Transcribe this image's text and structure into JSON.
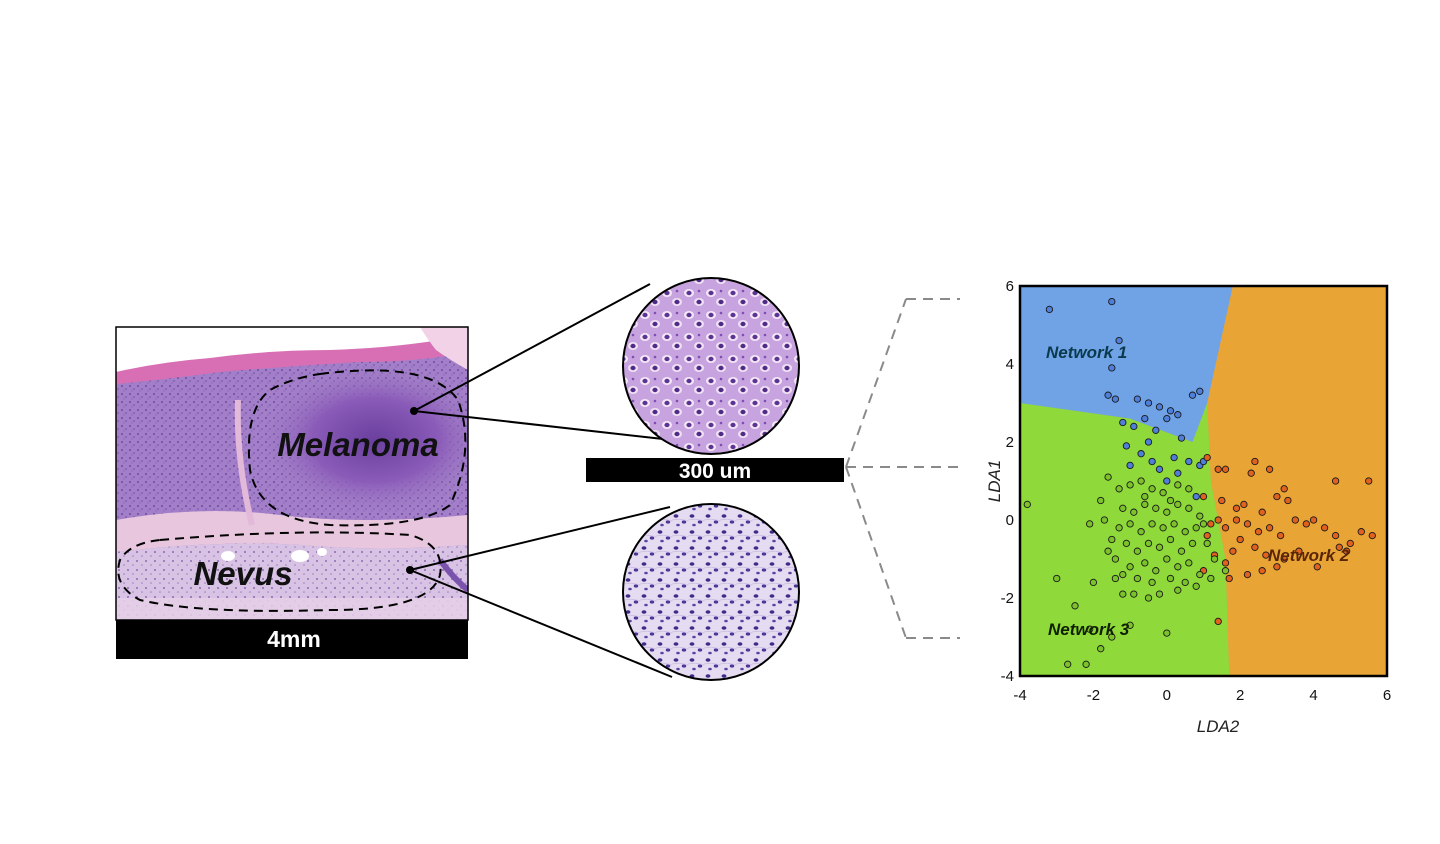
{
  "histology_panel": {
    "region_labels": [
      "Melanoma",
      "Nevus"
    ],
    "scale_bar": "4mm"
  },
  "zoom_panel": {
    "scale_bar": "300 um",
    "insets": [
      "melanoma-cells",
      "nevus-cells"
    ]
  },
  "colors": {
    "network1": "#6fa3e6",
    "network2": "#e8a535",
    "network3": "#8fd93a",
    "tissue_purple": "#9c72c6",
    "tissue_pink": "#e7c6de",
    "label_network1": "#0b3a4d",
    "label_network2": "#5a2608",
    "label_network3": "#0f1f00"
  },
  "chart_data": {
    "type": "scatter",
    "xlabel": "LDA2",
    "ylabel": "LDA1",
    "xlim": [
      -4,
      6
    ],
    "ylim": [
      -4,
      6
    ],
    "xticks": [
      "-4",
      "-2",
      "0",
      "2",
      "4",
      "6"
    ],
    "yticks": [
      "6",
      "4",
      "2",
      "0",
      "-2",
      "-4"
    ],
    "regions": [
      {
        "label": "Network 1",
        "color": "#6fa3e6"
      },
      {
        "label": "Network 2",
        "color": "#e8a535"
      },
      {
        "label": "Network 3",
        "color": "#8fd93a"
      }
    ],
    "series": [
      {
        "name": "Network 1",
        "color": "#4f7fd8",
        "points": [
          [
            -3.2,
            5.4
          ],
          [
            -1.5,
            5.6
          ],
          [
            -1.3,
            4.6
          ],
          [
            -1.5,
            3.9
          ],
          [
            -1.6,
            3.2
          ],
          [
            -1.4,
            3.1
          ],
          [
            -0.8,
            3.1
          ],
          [
            -0.5,
            3.0
          ],
          [
            -0.2,
            2.9
          ],
          [
            0.1,
            2.8
          ],
          [
            0.3,
            2.7
          ],
          [
            0.7,
            3.2
          ],
          [
            0.9,
            3.3
          ],
          [
            -1.2,
            2.5
          ],
          [
            -0.9,
            2.4
          ],
          [
            -0.6,
            2.6
          ],
          [
            -0.3,
            2.3
          ],
          [
            0.0,
            2.6
          ],
          [
            0.4,
            2.1
          ],
          [
            -1.1,
            1.9
          ],
          [
            -0.7,
            1.7
          ],
          [
            -0.4,
            1.5
          ],
          [
            0.2,
            1.6
          ],
          [
            0.6,
            1.5
          ],
          [
            -0.5,
            2.0
          ],
          [
            0.9,
            1.4
          ],
          [
            1.0,
            1.5
          ],
          [
            -1.0,
            1.4
          ],
          [
            0.3,
            1.2
          ],
          [
            -0.2,
            1.3
          ],
          [
            0.8,
            0.6
          ],
          [
            0.0,
            1.0
          ]
        ]
      },
      {
        "name": "Network 2",
        "color": "#e0621e",
        "points": [
          [
            1.1,
            1.6
          ],
          [
            1.4,
            1.3
          ],
          [
            1.6,
            1.3
          ],
          [
            2.3,
            1.2
          ],
          [
            2.4,
            1.5
          ],
          [
            2.8,
            1.3
          ],
          [
            3.2,
            0.8
          ],
          [
            4.6,
            1.0
          ],
          [
            5.5,
            1.0
          ],
          [
            1.0,
            0.6
          ],
          [
            1.5,
            0.5
          ],
          [
            1.9,
            0.3
          ],
          [
            2.1,
            0.4
          ],
          [
            2.6,
            0.2
          ],
          [
            3.0,
            0.6
          ],
          [
            3.3,
            0.5
          ],
          [
            3.5,
            0.0
          ],
          [
            3.8,
            -0.1
          ],
          [
            4.0,
            0.0
          ],
          [
            4.3,
            -0.2
          ],
          [
            4.6,
            -0.4
          ],
          [
            5.0,
            -0.6
          ],
          [
            5.3,
            -0.3
          ],
          [
            5.6,
            -0.4
          ],
          [
            1.2,
            -0.1
          ],
          [
            1.4,
            0.0
          ],
          [
            1.6,
            -0.2
          ],
          [
            1.9,
            0.0
          ],
          [
            2.2,
            -0.1
          ],
          [
            2.5,
            -0.3
          ],
          [
            2.8,
            -0.2
          ],
          [
            3.1,
            -0.4
          ],
          [
            1.3,
            -0.9
          ],
          [
            1.6,
            -1.1
          ],
          [
            1.8,
            -0.8
          ],
          [
            2.4,
            -0.7
          ],
          [
            2.7,
            -0.9
          ],
          [
            3.2,
            -1.0
          ],
          [
            3.6,
            -0.8
          ],
          [
            4.1,
            -1.2
          ],
          [
            4.7,
            -0.7
          ],
          [
            1.1,
            -0.4
          ],
          [
            1.4,
            -2.6
          ],
          [
            2.2,
            -1.4
          ],
          [
            2.6,
            -1.3
          ],
          [
            3.0,
            -1.2
          ],
          [
            4.9,
            -0.8
          ],
          [
            1.0,
            -1.3
          ],
          [
            1.7,
            -1.5
          ],
          [
            2.0,
            -0.5
          ]
        ]
      },
      {
        "name": "Network 3",
        "color": "#7cc22a",
        "points": [
          [
            -3.8,
            0.4
          ],
          [
            -3.0,
            -1.5
          ],
          [
            -2.1,
            -0.1
          ],
          [
            -1.8,
            0.5
          ],
          [
            -1.6,
            -0.8
          ],
          [
            -1.4,
            -1.5
          ],
          [
            -1.2,
            -1.9
          ],
          [
            -2.0,
            -1.6
          ],
          [
            -2.5,
            -2.2
          ],
          [
            -2.1,
            -2.8
          ],
          [
            -2.7,
            -3.7
          ],
          [
            -2.2,
            -3.7
          ],
          [
            -1.8,
            -3.3
          ],
          [
            -1.5,
            -3.0
          ],
          [
            -1.0,
            -2.7
          ],
          [
            0.0,
            -2.9
          ],
          [
            -1.6,
            1.1
          ],
          [
            -1.3,
            0.8
          ],
          [
            -1.0,
            0.9
          ],
          [
            -0.7,
            1.0
          ],
          [
            -0.4,
            0.8
          ],
          [
            -0.1,
            0.7
          ],
          [
            0.3,
            0.9
          ],
          [
            0.6,
            0.8
          ],
          [
            -1.2,
            0.3
          ],
          [
            -0.9,
            0.2
          ],
          [
            -0.6,
            0.4
          ],
          [
            -0.3,
            0.3
          ],
          [
            0.0,
            0.2
          ],
          [
            0.3,
            0.4
          ],
          [
            0.6,
            0.3
          ],
          [
            0.9,
            0.1
          ],
          [
            -1.3,
            -0.2
          ],
          [
            -1.0,
            -0.1
          ],
          [
            -0.7,
            -0.3
          ],
          [
            -0.4,
            -0.1
          ],
          [
            -0.1,
            -0.2
          ],
          [
            0.2,
            -0.1
          ],
          [
            0.5,
            -0.3
          ],
          [
            0.8,
            -0.2
          ],
          [
            1.0,
            -0.1
          ],
          [
            -1.5,
            -0.5
          ],
          [
            -1.1,
            -0.6
          ],
          [
            -0.8,
            -0.8
          ],
          [
            -0.5,
            -0.6
          ],
          [
            -0.2,
            -0.7
          ],
          [
            0.1,
            -0.5
          ],
          [
            0.4,
            -0.8
          ],
          [
            0.7,
            -0.6
          ],
          [
            1.1,
            -0.6
          ],
          [
            -1.4,
            -1.0
          ],
          [
            -1.0,
            -1.2
          ],
          [
            -0.6,
            -1.1
          ],
          [
            -0.3,
            -1.3
          ],
          [
            0.0,
            -1.0
          ],
          [
            0.3,
            -1.2
          ],
          [
            0.6,
            -1.1
          ],
          [
            0.9,
            -1.4
          ],
          [
            -1.2,
            -1.4
          ],
          [
            -0.8,
            -1.5
          ],
          [
            -0.4,
            -1.6
          ],
          [
            0.1,
            -1.5
          ],
          [
            0.5,
            -1.6
          ],
          [
            0.8,
            -1.7
          ],
          [
            -0.9,
            -1.9
          ],
          [
            -0.2,
            -1.9
          ],
          [
            0.3,
            -1.8
          ],
          [
            1.3,
            -1.0
          ],
          [
            1.6,
            -1.3
          ],
          [
            1.2,
            -1.5
          ],
          [
            -0.6,
            0.6
          ],
          [
            0.1,
            0.5
          ],
          [
            -1.7,
            0.0
          ],
          [
            -0.5,
            -2.0
          ]
        ]
      }
    ]
  }
}
